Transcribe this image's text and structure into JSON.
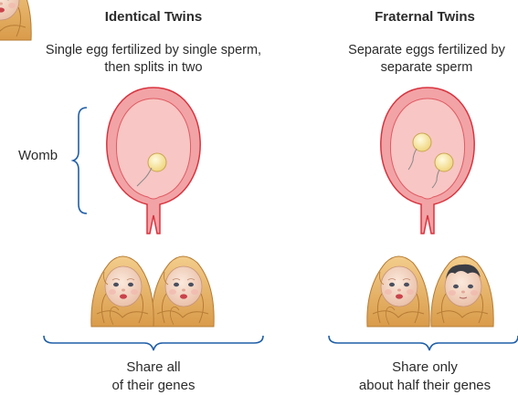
{
  "identical": {
    "title": "Identical Twins",
    "description_line1": "Single egg fertilized by single sperm,",
    "description_line2": "then splits in two",
    "share_line1": "Share all",
    "share_line2": "of their genes"
  },
  "fraternal": {
    "title": "Fraternal Twins",
    "description_line1": "Separate eggs fertilized by",
    "description_line2": "separate sperm",
    "share_line1": "Share only",
    "share_line2": "about half their genes"
  },
  "womb_label": "Womb",
  "colors": {
    "womb_outer": "#f2a3a6",
    "womb_inner": "#f8c6c4",
    "womb_stroke": "#d9343f",
    "egg": "#f6e39a",
    "bracket": "#1f5ea8",
    "blanket": "#e7b86b",
    "skin": "#f4d9c6"
  }
}
